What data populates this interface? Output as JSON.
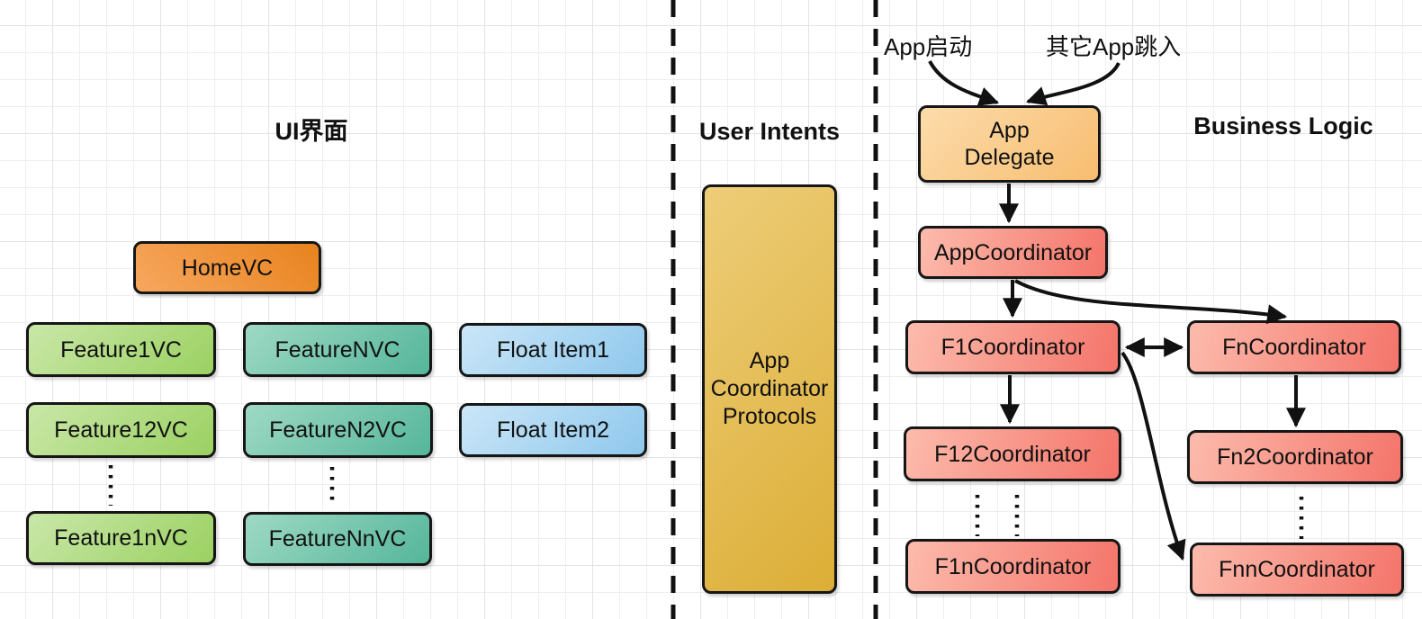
{
  "section_titles": {
    "ui": "UI界面",
    "intents": "User Intents",
    "business": "Business Logic"
  },
  "annotations": {
    "app_launch": "App启动",
    "other_app_entry": "其它App跳入"
  },
  "nodes": {
    "home_vc": "HomeVC",
    "feature1_vc": "Feature1VC",
    "feature12_vc": "Feature12VC",
    "feature1n_vc": "Feature1nVC",
    "feature_n_vc": "FeatureNVC",
    "feature_n2_vc": "FeatureN2VC",
    "feature_nn_vc": "FeatureNnVC",
    "float_item1": "Float Item1",
    "float_item2": "Float Item2",
    "app_coordinator_protocols": "App\nCoordinator\nProtocols",
    "app_delegate": "App\nDelegate",
    "app_coordinator": "AppCoordinator",
    "f1_coordinator": "F1Coordinator",
    "fn_coordinator": "FnCoordinator",
    "f12_coordinator": "F12Coordinator",
    "fn2_coordinator": "Fn2Coordinator",
    "f1n_coordinator": "F1nCoordinator",
    "fnn_coordinator": "FnnCoordinator"
  },
  "edges": [
    {
      "from": "App启动",
      "to": "App Delegate",
      "style": "curved-arrow"
    },
    {
      "from": "其它App跳入",
      "to": "App Delegate",
      "style": "curved-arrow"
    },
    {
      "from": "App Delegate",
      "to": "AppCoordinator",
      "style": "arrow"
    },
    {
      "from": "AppCoordinator",
      "to": "F1Coordinator",
      "style": "arrow"
    },
    {
      "from": "AppCoordinator",
      "to": "FnCoordinator",
      "style": "curved-arrow"
    },
    {
      "from": "F1Coordinator",
      "to": "FnCoordinator",
      "style": "double-arrow"
    },
    {
      "from": "F1Coordinator",
      "to": "F12Coordinator",
      "style": "arrow"
    },
    {
      "from": "FnCoordinator",
      "to": "Fn2Coordinator",
      "style": "arrow"
    },
    {
      "from": "F1Coordinator",
      "to": "FnnCoordinator",
      "style": "curved-arrow"
    },
    {
      "from": "Feature12VC",
      "to": "Feature1nVC",
      "style": "ellipsis"
    },
    {
      "from": "FeatureN2VC",
      "to": "FeatureNnVC",
      "style": "ellipsis"
    },
    {
      "from": "F12Coordinator",
      "to": "F1nCoordinator",
      "style": "ellipsis"
    },
    {
      "from": "Fn2Coordinator",
      "to": "FnnCoordinator",
      "style": "ellipsis"
    }
  ],
  "palette": {
    "orange_from": "#f7a75f",
    "orange_to": "#e8831d",
    "green_from": "#c9e7a8",
    "green_to": "#9bd161",
    "teal_from": "#9ed9c4",
    "teal_to": "#55b69a",
    "blue_from": "#cbe6f8",
    "blue_to": "#8ec8ec",
    "gold_from": "#edcd78",
    "gold_to": "#dcae36",
    "cream_from": "#fcdcab",
    "cream_to": "#f7bd70",
    "salmon_from": "#fcbbac",
    "salmon_to": "#f4746a",
    "line": "#111111"
  }
}
